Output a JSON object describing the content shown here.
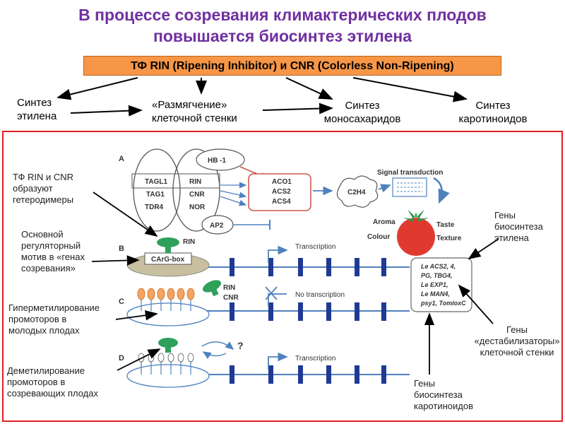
{
  "title": {
    "line1": "В процессе созревания климактерических плодов",
    "line2": "повышается биосинтез этилена"
  },
  "tf_box": "ТФ RIN (Ripening Inhibitor) и CNR (Colorless Non-Ripening)",
  "outcomes": {
    "ethylene": [
      "Синтез",
      "этилена"
    ],
    "softening": [
      "«Размягчение»",
      "клеточной стенки"
    ],
    "monosaccharides": [
      "Синтез",
      "моносахаридов"
    ],
    "carotenoids": [
      "Синтез",
      "каротиноидов"
    ]
  },
  "annotations": {
    "heterodimer": [
      "ТФ RIN и CNR",
      "образуют",
      "гетеродимеры"
    ],
    "motif": [
      "Основной",
      "регуляторный",
      "мотив в «генах",
      "созревания»"
    ],
    "hypermethyl": [
      "Гиперметилирование",
      "промоторов в",
      "молодых плодах"
    ],
    "demethyl": [
      "Деметилирование",
      "промоторов в",
      "созревающих плодах"
    ],
    "ethylene_genes": [
      "Гены",
      "биосинтеза",
      "этилена"
    ],
    "cellwall_genes": [
      "Гены",
      "«дестабилизаторы»",
      "клеточной стенки"
    ],
    "carotenoid_genes": [
      "Гены",
      "биосинтеза",
      "каротиноидов"
    ]
  },
  "diagram": {
    "panels": [
      "A",
      "B",
      "C",
      "D"
    ],
    "ellipse_left": [
      "TAGL1",
      "TAG1",
      "TDR4"
    ],
    "ellipse_right": [
      "RIN",
      "CNR",
      "NOR"
    ],
    "hb1": "HB -1",
    "ap2": "AP2",
    "targets": [
      "ACO1",
      "ACS2",
      "ACS4"
    ],
    "c2h4": "C2H4",
    "signal": "Signal transduction",
    "traits": [
      "Aroma",
      "Taste",
      "Colour",
      "Texture"
    ],
    "rin": "RIN",
    "cnr": "CNR",
    "carg": "CArG-box",
    "transcription": "Transcription",
    "no_transcription": "No transcription",
    "question": "?",
    "gene_list": [
      "Le ACS2, 4,",
      "PG, TBG4,",
      "Le EXP1,",
      "Le MAN4,",
      "psy1, TomloxC"
    ]
  },
  "colors": {
    "title": "#7030a0",
    "tf_box": "#f79646",
    "frame": "#e02020",
    "blue": "#4f81bd",
    "navy": "#1f3a93",
    "tomato": "#e03a2e",
    "leaf": "#2e9a4a",
    "rin_green": "#2fa05a",
    "methyl": "#f4a460"
  }
}
